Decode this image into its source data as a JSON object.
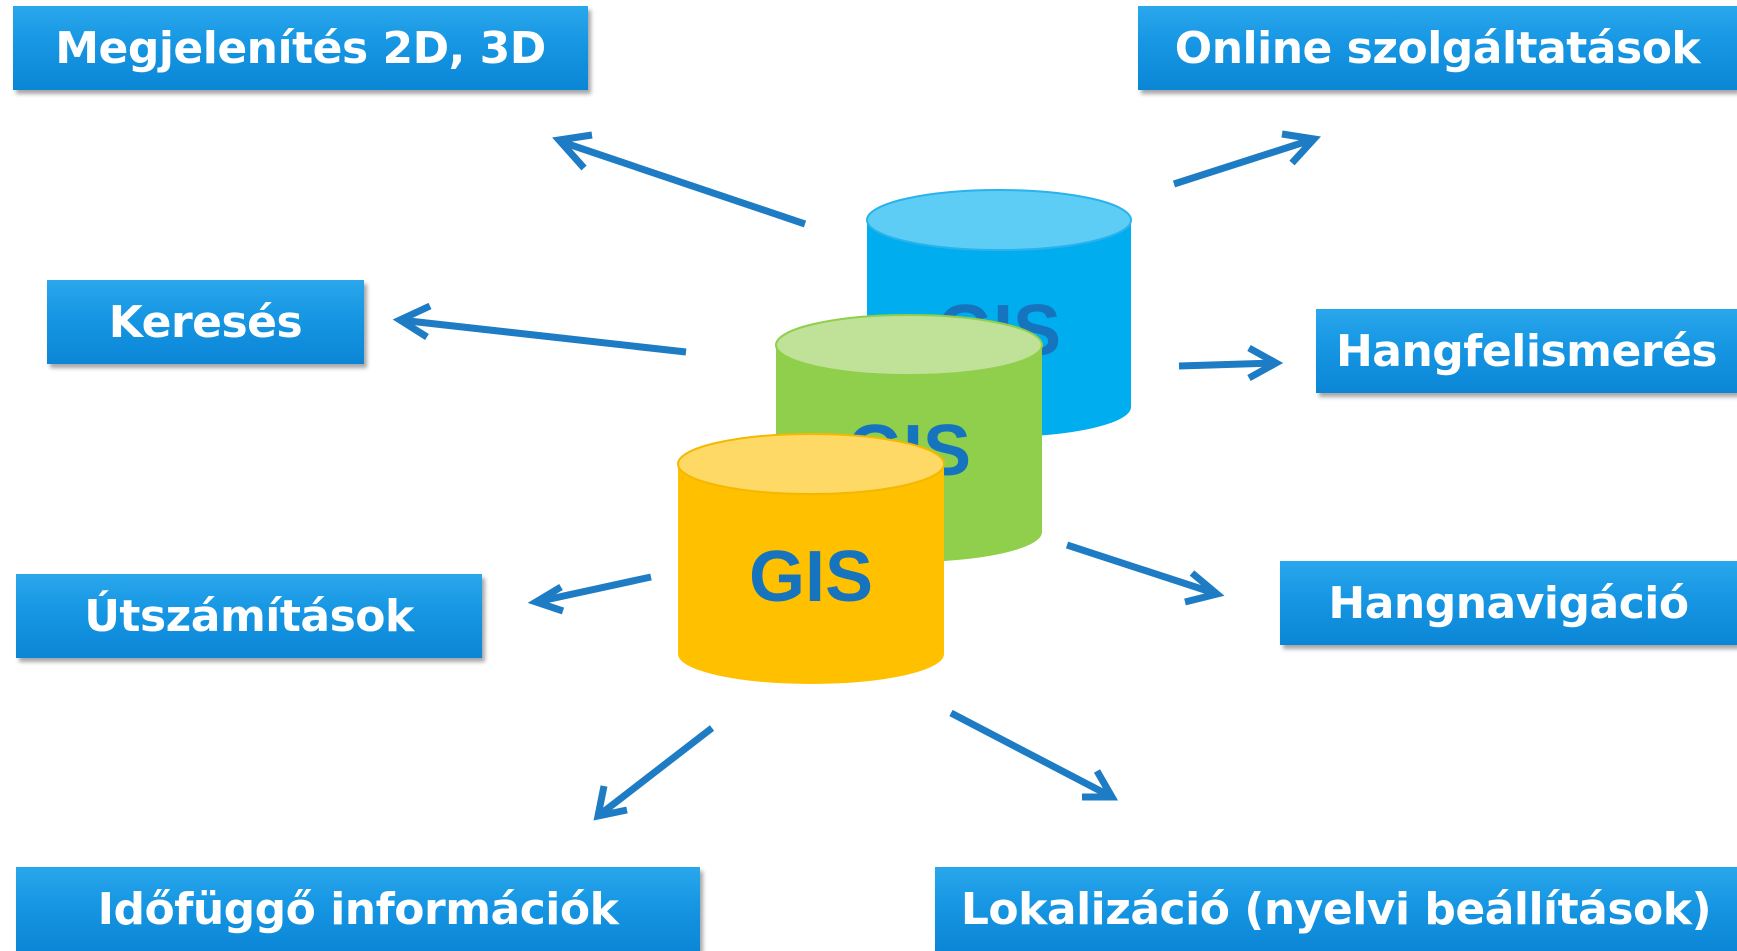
{
  "labels": {
    "display": "Megjelenítés 2D, 3D",
    "online": "Online szolgáltatások",
    "search": "Keresés",
    "speech_recognition": "Hangfelismerés",
    "routing": "Útszámítások",
    "voice_navigation": "Hangnavigáció",
    "time_dependent": "Időfüggő információk",
    "localization": "Lokalizáció (nyelvi beállítások)"
  },
  "cylinders": [
    {
      "label": "GIS",
      "color": "#00adef",
      "top_color": "#5ecdf6"
    },
    {
      "label": "GIS",
      "color": "#8fcf4b",
      "top_color": "#bfe198"
    },
    {
      "label": "GIS",
      "color": "#ffc000",
      "top_color": "#ffd966"
    }
  ],
  "colors": {
    "box": "#1696e3",
    "arrow": "#1d7cc4",
    "cylinder_text": "#1674bf"
  }
}
